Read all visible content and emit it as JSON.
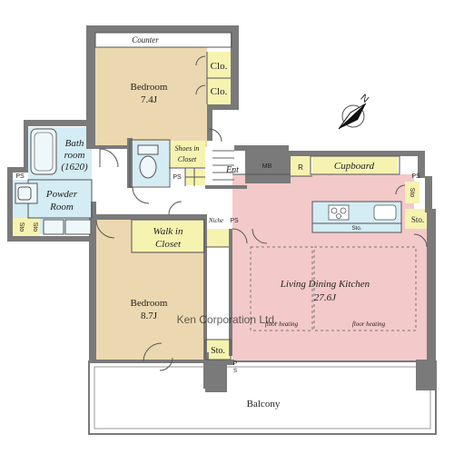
{
  "colors": {
    "wall": "#7a7a7a",
    "bedroom": "#ecd8b0",
    "living": "#f4c9c9",
    "wet": "#d4ecf4",
    "storage": "#f6f3b0",
    "balcony": "#ffffff"
  },
  "labels": {
    "counter": "Counter",
    "bedroom1_name": "Bedroom",
    "bedroom1_size": "7.4J",
    "clo1": "Clo.",
    "clo2": "Clo.",
    "bath_l1": "Bath",
    "bath_l2": "room",
    "bath_l3": "(1620)",
    "ps_left": "PS",
    "powder_l1": "Powder",
    "powder_l2": "Room",
    "sto_powder_a": "Sto",
    "sto_powder_b": "Sto",
    "shoes_l1": "Shoes in",
    "shoes_l2": "Closet",
    "ps_shoes": "PS",
    "ent": "Ent",
    "mb": "MB",
    "r": "R",
    "cupboard": "Cupboard",
    "ps_right": "PS",
    "sto_kitchen_counter": "Sto.",
    "sto_right_a": "Sto",
    "sto_right_b": "Sto.",
    "walkin_l1": "Walk in",
    "walkin_l2": "Closet",
    "niche": "Niche",
    "ps_niche": "PS",
    "bedroom2_name": "Bedroom",
    "bedroom2_size": "8.7J",
    "ldk_name": "Living Dining Kitchen",
    "ldk_size": "27.6J",
    "floor_heating_1": "floor heating",
    "floor_heating_2": "floor heating",
    "sto_bottom": "Sto.",
    "ps_bottom_1": "P",
    "ps_bottom_2": "S",
    "balcony": "Balcony",
    "compass_n": "N",
    "watermark": "Ken Corporation Ltd."
  }
}
